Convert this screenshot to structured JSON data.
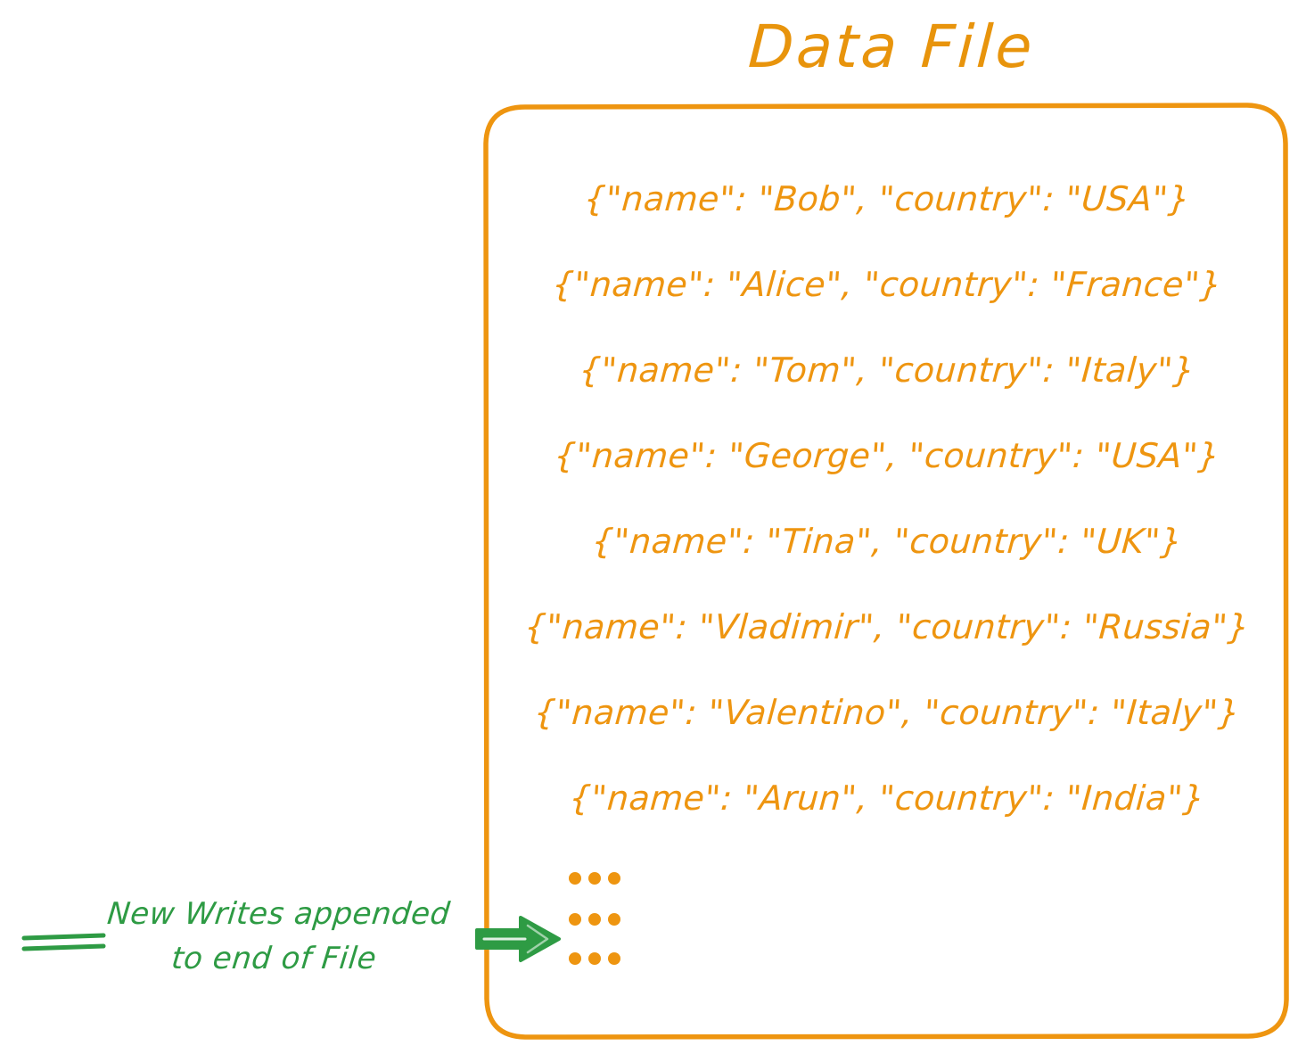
{
  "title": "Data File",
  "colors": {
    "orange": "#EE9510",
    "orange_dark": "#E8940C",
    "green": "#2E9B44",
    "background": "#FFFFFF"
  },
  "file_box": {
    "name": "data-file-box",
    "records": [
      "{\"name\": \"Bob\", \"country\": \"USA\"}",
      "{\"name\": \"Alice\", \"country\": \"France\"}",
      "{\"name\": \"Tom\", \"country\": \"Italy\"}",
      "{\"name\": \"George\", \"country\": \"USA\"}",
      "{\"name\": \"Tina\", \"country\": \"UK\"}",
      "{\"name\": \"Vladimir\", \"country\": \"Russia\"}",
      "{\"name\": \"Valentino\", \"country\": \"Italy\"}",
      "{\"name\": \"Arun\", \"country\": \"India\"}"
    ],
    "record_fields": [
      {
        "name": "Bob",
        "country": "USA"
      },
      {
        "name": "Alice",
        "country": "France"
      },
      {
        "name": "Tom",
        "country": "Italy"
      },
      {
        "name": "George",
        "country": "USA"
      },
      {
        "name": "Tina",
        "country": "UK"
      },
      {
        "name": "Vladimir",
        "country": "Russia"
      },
      {
        "name": "Valentino",
        "country": "Italy"
      },
      {
        "name": "Arun",
        "country": "India"
      }
    ],
    "continuation_rows": 3,
    "continuation_dots_per_row": 3
  },
  "annotation": {
    "line1": "New Writes appended",
    "line2": "to end of File",
    "arrow": "right-arrow",
    "leader": "double-line"
  }
}
